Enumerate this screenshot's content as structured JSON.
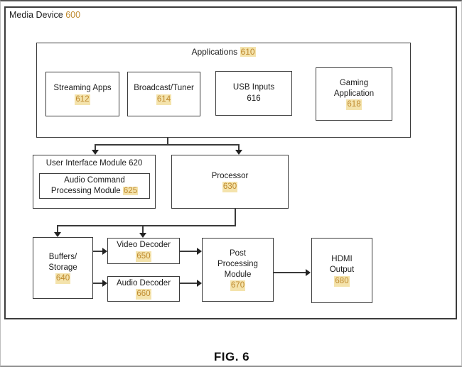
{
  "page": {
    "frame_label": "Media Device",
    "frame_ref": "600",
    "caption": "FIG. 6"
  },
  "applications": {
    "title": "Applications",
    "ref": "610"
  },
  "boxes": {
    "streaming": {
      "lines": [
        "Streaming Apps"
      ],
      "ref": "612"
    },
    "broadcast": {
      "lines": [
        "Broadcast/Tuner"
      ],
      "ref": "614"
    },
    "usb": {
      "lines": [
        "USB Inputs"
      ],
      "ref": "616"
    },
    "gaming": {
      "lines": [
        "Gaming",
        "Application"
      ],
      "ref": "618"
    },
    "uim": {
      "title": "User Interface Module",
      "ref": "620"
    },
    "acp": {
      "lines": [
        "Audio Command",
        "Processing Module"
      ],
      "ref": "625"
    },
    "processor": {
      "lines": [
        "Processor"
      ],
      "ref": "630"
    },
    "buffers": {
      "lines": [
        "Buffers/",
        "Storage"
      ],
      "ref": "640"
    },
    "video_decoder": {
      "lines": [
        "Video Decoder"
      ],
      "ref": "650"
    },
    "audio_decoder": {
      "lines": [
        "Audio Decoder"
      ],
      "ref": "660"
    },
    "post_processing": {
      "lines": [
        "Post",
        "Processing",
        "Module"
      ],
      "ref": "670"
    },
    "hdmi_output": {
      "lines": [
        "HDMI",
        "Output"
      ],
      "ref": "680"
    }
  },
  "colors": {
    "reference_number": "#bf8a2e",
    "reference_highlight": "#f4e3ac",
    "line": "#3a3a3a"
  }
}
